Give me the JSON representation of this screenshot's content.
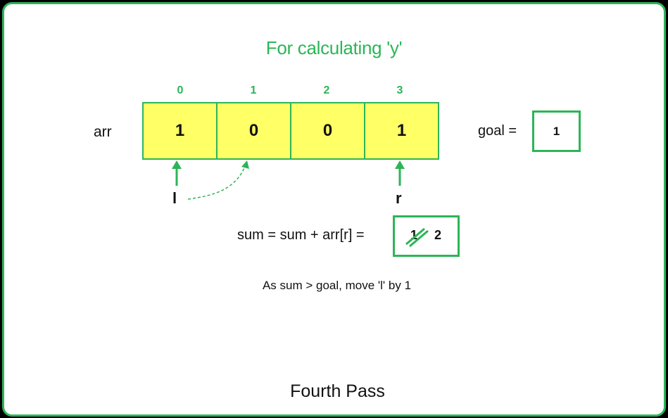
{
  "title": "For calculating 'y'",
  "array": {
    "label": "arr",
    "indices": [
      "0",
      "1",
      "2",
      "3"
    ],
    "values": [
      "1",
      "0",
      "0",
      "1"
    ]
  },
  "goal": {
    "label": "goal =",
    "value": "1"
  },
  "pointers": {
    "left": "l",
    "right": "r"
  },
  "sum": {
    "label": "sum =  sum + arr[r] =",
    "old_value": "1",
    "new_value": "2"
  },
  "note": "As sum > goal, move 'l' by 1",
  "caption": "Fourth Pass",
  "colors": {
    "accent": "#2cb557",
    "cell_fill": "#ffff66",
    "background": "#000000"
  }
}
